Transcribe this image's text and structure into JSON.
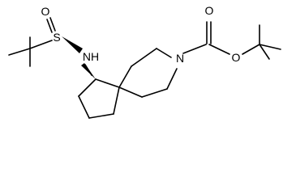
{
  "molecule": {
    "atoms": {
      "sulfinyl_oxygen": "O",
      "sulfur": "S",
      "amine_nitrogen": "NH",
      "ring_nitrogen": "N",
      "carbonyl_oxygen": "O",
      "ester_oxygen": "O"
    },
    "colors": {
      "bond": "#000000",
      "label": "#000000",
      "background": "#ffffff"
    }
  }
}
